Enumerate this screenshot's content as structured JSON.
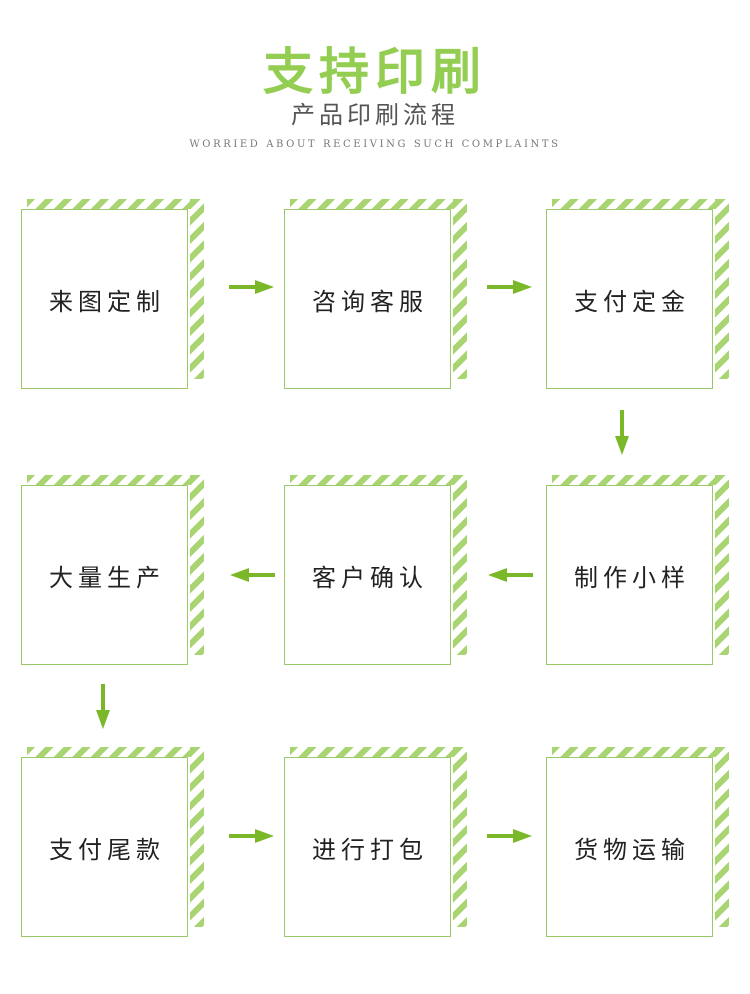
{
  "colors": {
    "accent": "#7ab829",
    "stripe": "#a9d472",
    "box_border": "#9bc96a",
    "title": "#93cd52",
    "subtitle": "#555555",
    "caption": "#777777",
    "text": "#222222"
  },
  "header": {
    "title": "支持印刷",
    "subtitle": "产品印刷流程",
    "caption": "WORRIED ABOUT RECEIVING SUCH COMPLAINTS"
  },
  "steps": [
    {
      "label": "来图定制"
    },
    {
      "label": "咨询客服"
    },
    {
      "label": "支付定金"
    },
    {
      "label": "制作小样"
    },
    {
      "label": "客户确认"
    },
    {
      "label": "大量生产"
    },
    {
      "label": "支付尾款"
    },
    {
      "label": "进行打包"
    },
    {
      "label": "货物运输"
    }
  ],
  "arrows": [
    {
      "from": "来图定制",
      "to": "咨询客服",
      "direction": "right"
    },
    {
      "from": "咨询客服",
      "to": "支付定金",
      "direction": "right"
    },
    {
      "from": "支付定金",
      "to": "制作小样",
      "direction": "down"
    },
    {
      "from": "制作小样",
      "to": "客户确认",
      "direction": "left"
    },
    {
      "from": "客户确认",
      "to": "大量生产",
      "direction": "left"
    },
    {
      "from": "大量生产",
      "to": "支付尾款",
      "direction": "down"
    },
    {
      "from": "支付尾款",
      "to": "进行打包",
      "direction": "right"
    },
    {
      "from": "进行打包",
      "to": "货物运输",
      "direction": "right"
    }
  ]
}
